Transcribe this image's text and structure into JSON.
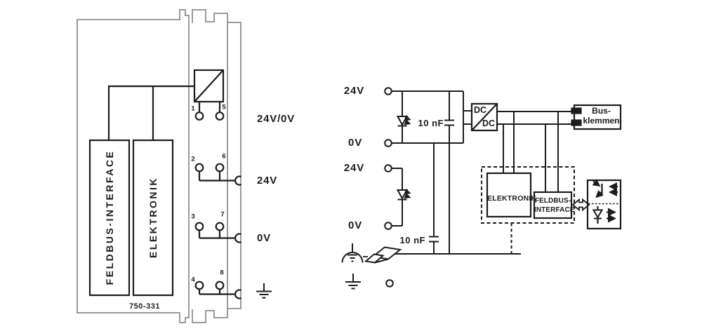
{
  "colors": {
    "line": "#1c1c1c",
    "module_outline": "#9b9b9b",
    "background": "#ffffff"
  },
  "module": {
    "model": "750-331",
    "block_feldbus": "FELDBUS-INTERFACE",
    "block_elektronik": "ELEKTRONIK",
    "terminal_numbers": [
      "1",
      "5",
      "2",
      "6",
      "3",
      "7",
      "4",
      "8"
    ],
    "row1_label": "24V/0V",
    "row2_label": "24V",
    "row3_label": "0V"
  },
  "schematic": {
    "system_supply_plus": "24V",
    "system_supply_minus": "0V",
    "system_cap": "10 nF",
    "field_supply_plus": "24V",
    "field_supply_minus": "0V",
    "field_cap": "10 nF",
    "dcdc_top": "DC",
    "dcdc_bottom": "DC",
    "bus_line1": "Bus-",
    "bus_line2": "klemmen",
    "elektronik_label": "ELEKTRONIK",
    "feldbus_line1": "FELDBUS-",
    "feldbus_line2": "INTERFACE"
  },
  "icons": [
    "dcdc-converter",
    "led",
    "capacitor",
    "cage-clamp",
    "earth-ground",
    "functional-earth",
    "din-rail-clamp",
    "bidirectional-arrow",
    "optocoupler"
  ]
}
